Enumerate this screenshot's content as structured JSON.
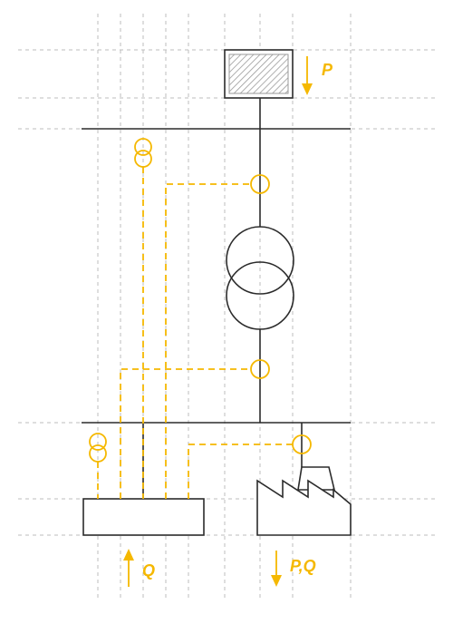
{
  "labels": {
    "generation": "P",
    "reactive": "Q",
    "load": "P,Q"
  },
  "colors": {
    "accent": "#f5b800",
    "line": "#2b2b2b",
    "grid": "#bdbdbd"
  }
}
